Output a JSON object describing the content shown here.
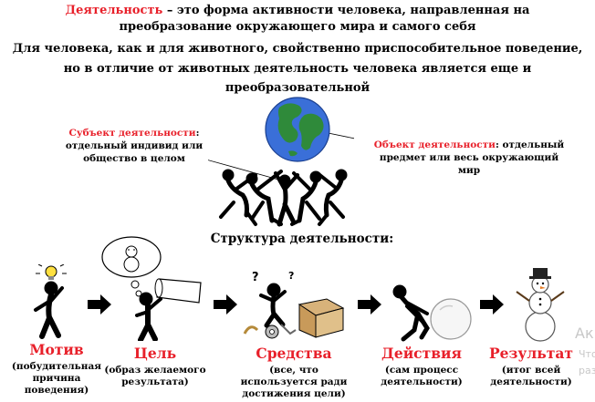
{
  "header": {
    "line1_term": "Деятельность",
    "line1_rest": " – это форма активности человека, направленная на",
    "line2": "преобразование окружающего мира и самого себя",
    "line3": "Для человека, как и для животного, свойственно приспособительное поведение,",
    "line4": "но в отличие от животных деятельность человека является еще и",
    "line5": "преобразовательной"
  },
  "subject": {
    "term": "Субъект деятельности",
    "colon": ":",
    "line1": "отдельный индивид или",
    "line2": "общество в целом"
  },
  "object": {
    "term": "Объект деятельности",
    "rest": ": отдельный",
    "line2": "предмет или весь окружающий",
    "line3": "мир"
  },
  "structure_title": "Структура деятельности:",
  "steps": [
    {
      "title": "Мотив",
      "desc": "(побудительная причина поведения)"
    },
    {
      "title": "Цель",
      "desc": "(образ желаемого результата)"
    },
    {
      "title": "Средства",
      "desc": "(все, что используется ради достижения цели)"
    },
    {
      "title": "Действия",
      "desc": "(сам процесс деятельности)"
    },
    {
      "title": "Результат",
      "desc": "(итог всей деятельности)"
    }
  ],
  "watermark": {
    "line1": "Ак",
    "line2": "Что",
    "line3": "раз"
  },
  "colors": {
    "accent_red": "#e8202a",
    "ocean": "#3a6fd8",
    "land": "#2f8a3a"
  },
  "icons": [
    "lightbulb-icon",
    "thought-bubble-icon",
    "scroll-icon",
    "box-icon",
    "gear-icon",
    "snowball-icon",
    "snowman-icon",
    "arrow-right-icon"
  ]
}
